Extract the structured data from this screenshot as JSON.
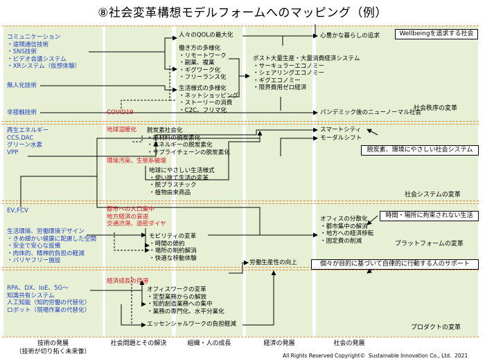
{
  "title": "⑧社会変革構想モデルフォームへのマッピング（例）",
  "columns": [
    "技術の発展\n（技術が切り拓く未来像）",
    "社会問題とその解決",
    "組織・人の成長",
    "経済の発展",
    "社会の発展"
  ],
  "copyright": "All Rights Reserved Copyright©  Sustainable Innovation Co., Ltd.  2021",
  "sectors": [
    "社会秩序の変革",
    "社会システムの変革",
    "プラットフォームの変革",
    "プロダクトの変革"
  ],
  "callouts": [
    "Wellbeingを追求する社会",
    "脱炭素、環境にやさしい社会システム",
    "時間・場所に拘束されない生活",
    "個々が目的に基づいて自律的に行動する人のサポート"
  ],
  "tech": {
    "b1": "コミュニケーション\n・遠隔通信技術\n・SNS技術\n・ビデオ会議システム\n・XRシステム（仮想体験）",
    "b2": "無人化技術",
    "b3": "非接触技術",
    "b4": "再生エネルギー\nCCS,DAC\nグリーン水素\nVPP",
    "b5": "EV,FCV",
    "b6": "生活環境、労働環境デザイン\n・きめ細かい健康に配慮した空間\n・安全で安心な設備\n・肉体的、精神的負担の軽減\n・バリヤフリー施設",
    "b7": "RPA、DX、IoE、5G～\n知識共有システム\n人工知能（知的労働の代替化）\nロボット（現場作業の代替化）"
  },
  "social": {
    "covid": "COVID19",
    "warming": "地球温暖化",
    "pollution": "環境汚染、生態系破壊",
    "urban": "都市への人口集中\n地方経済の衰退\n交通渋滞、過密ダイヤ",
    "stagnation": "経済成長の停滞",
    "decarb": "脱炭素社会化\n・原材料の脱炭素化\n・エネルギーの脱炭素化\n・サプライチェーンの脱炭素化",
    "eco": "地球にやさしい生活様式\n・使い捨て生活の変革\n・脱プラスチック\n・植物由来商品"
  },
  "org": {
    "qol": "人々のQOLの最大化",
    "work": "働き方の多様化\n・リモートワーク\n・副業、複業\n・ギグワーク化\n・フリーランス化",
    "life": "生活様式の多様化\n・ネットショッピング\n・ストーリーの消費\n・C2C、フリマ化",
    "mobility": "モビリティの変革\n・時間の節約\n・場所の制約解消\n・快適な移動体験",
    "office": "オフィスワークの変革\n・定型業務からの解放\n・知的創造業務への集中\n・業務の専門化、水平分業化",
    "essential": "エッセンシャルワークの負担軽減"
  },
  "econ": {
    "post": "ポスト大量生産・大量消費経済システム\n・サーキュラーエコノミー\n・シェアリングエコノミー\n・ギグエコノミー\n・限界費用ゼロ経済",
    "decentral": "オフィスの分散化\n・都市集中の解消\n・地方への経済移転\n・固定費の削減",
    "productivity": "労働生産性の向上"
  },
  "society": {
    "rich": "心豊かな暮らしの追求",
    "pandemic": "パンデミック後のニューノーマル社会",
    "smart": "スマートシティ",
    "modal": "モーダルシフト"
  },
  "colors": {
    "column_bg": "#e7f0d4",
    "band_border": "#ee8a2c",
    "tech_text": "#1f3fc4",
    "issue_text": "#e0141e"
  }
}
